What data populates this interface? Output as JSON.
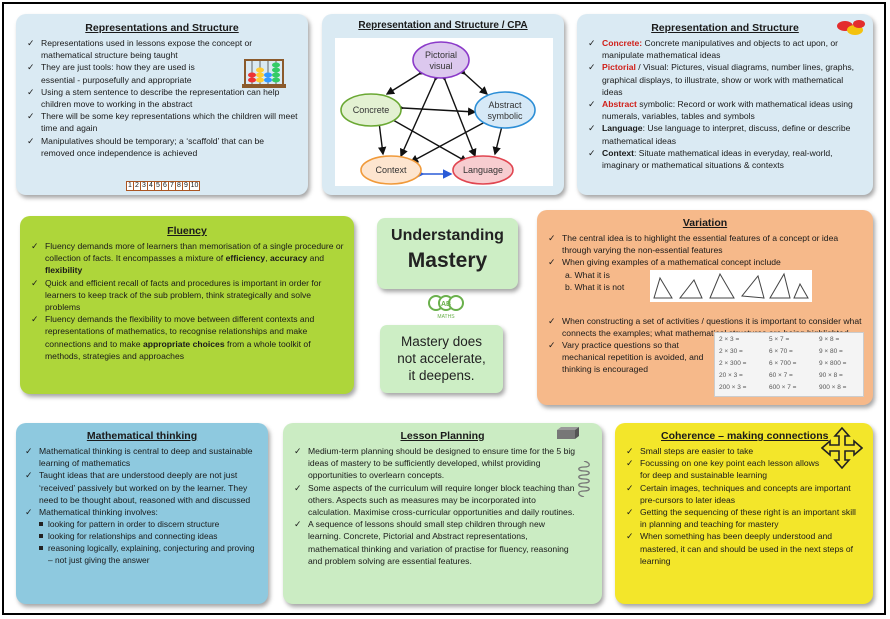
{
  "main": {
    "title_line1": "Understanding",
    "title_line2": "Mastery",
    "logo_text_top": "AB",
    "logo_text_sub": "MATHS",
    "tagline_l1": "Mastery does",
    "tagline_l2": "not accelerate,",
    "tagline_l3": "it deepens."
  },
  "rep1": {
    "title": "Representations and Structure",
    "items": [
      "Representations used in lessons expose the concept or mathematical  structure being taught",
      "They are just tools: how they are used is essential - purposefully and appropriate",
      "Using a stem sentence to describe the representation can help children move to working in the abstract",
      "There will be some key representations which the children will meet time and again",
      "Manipulatives should be temporary; a ‘scaffold’ that can be removed once independence is achieved"
    ],
    "numbers": [
      "1",
      "2",
      "3",
      "4",
      "5",
      "6",
      "7",
      "8",
      "9",
      "10"
    ]
  },
  "cpa": {
    "title": "Representation and Structure / CPA",
    "nodes": {
      "pictorial_l1": "Pictorial",
      "pictorial_l2": "visual",
      "concrete": "Concrete",
      "abstract_l1": "Abstract",
      "abstract_l2": "symbolic",
      "context": "Context",
      "language": "Language"
    }
  },
  "rep2": {
    "title": "Representation and Structure",
    "concrete_label": "Concrete:",
    "concrete_text": " Concrete manipulatives and objects to act upon, or manipulate  mathematical  ideas",
    "pictorial_label": "Pictorial",
    "pictorial_text": " / Visual: Pictures, visual diagrams,  number lines, graphs, graphical displays, to illustrate, show or work with mathematical  ideas",
    "abstract_label": "Abstract",
    "abstract_text": " symbolic:  Record or work with mathematical ideas using numerals, variables, tables and symbols",
    "language_label": "Language",
    "language_text": ":  Use language to interpret, discuss, define or describe mathematical ideas",
    "context_label": "Context",
    "context_text": ": Situate mathematical ideas in everyday, real-world, imaginary or mathematical situations & contexts"
  },
  "fluency": {
    "title": "Fluency",
    "i1_a": "Fluency demands more of learners than memorisation  of a single procedure or collection of facts. It encompasses a mixture of ",
    "i1_b1": "efficiency",
    "i1_c": ", ",
    "i1_b2": "accuracy",
    "i1_d": "  and ",
    "i1_b3": "flexibility",
    "i2": "Quick and efficient recall of facts and procedures is important  in order for learners to keep track of the sub problem, think strategically and solve problems",
    "i3_a": "Fluency demands the flexibility to move between different contexts and representations of mathematics,  to recognise relationships and make connections and to make ",
    "i3_b": "appropriate choices",
    "i3_c": " from a whole toolkit of methods, strategies and approaches"
  },
  "variation": {
    "title": "Variation",
    "i1": "The central idea is to highlight the essential features of a concept or idea through varying the non-essential features",
    "i2": "When giving examples of a mathematical  concept include",
    "sub_a": "a.  What it is",
    "sub_b": "b.  What it is not",
    "i3": "When constructing a set of activities / questions it is important to consider what connects the examples; what mathematical structures are being highlighted",
    "i4": "Vary practice questions so that mechanical repetition is avoided, and thinking is encouraged",
    "table": [
      "2 × 3 =",
      "5 × 7 =",
      "9 × 8 =",
      "2 × 30 =",
      "6 × 70 =",
      "9 × 80 =",
      "2 × 300 =",
      "6 × 700 =",
      "9 × 800 =",
      "20 × 3 =",
      "60 × 7 =",
      "90 × 8 =",
      "200 × 3 =",
      "600 × 7 =",
      "900 × 8 ="
    ]
  },
  "math": {
    "title": "Mathematical thinking",
    "i1": "Mathematical  thinking is central to deep and sustainable learning of mathematics",
    "i2": "Taught ideas that are understood deeply are not just ‘received’ passively but worked on by the learner. They need to be thought about, reasoned with and discussed",
    "i3": "Mathematical  thinking involves:",
    "s1": "looking for pattern in order to discern structure",
    "s2": "looking for relationships and connecting ideas",
    "s3": "reasoning logically, explaining, conjecturing and proving – not just giving the answer"
  },
  "lesson": {
    "title": "Lesson Planning",
    "i1": "Medium-term planning should be designed to ensure time for the 5 big ideas of mastery to be sufficiently developed, whilst providing opportunities to overlearn concepts.",
    "i2": "Some aspects of the curriculum will require longer block teaching than others.   Aspects such as measures may be incorporated into calculation.  Maximise cross-curricular opportunities and daily routines.",
    "i3": "A sequence of lessons should small step children through new learning. Concrete, Pictorial and Abstract representations, mathematical  thinking and variation of practise for fluency, reasoning and problem solving are essential features."
  },
  "coherence": {
    "title": "Coherence – making connections",
    "i1": "Small steps are easier to take",
    "i2": "Focussing on one key point each lesson allows for deep and sustainable learning",
    "i3": "Certain images, techniques and concepts are important pre-cursors to later ideas",
    "i4": "Getting the sequencing of these right is an important skill in planning and teaching for mastery",
    "i5": "When something has been deeply understood and mastered, it can and should be used in the next steps of learning"
  },
  "colors": {
    "red_label": "#d0201a",
    "blue_panel": "#daeaf3",
    "green_panel": "#aed63a",
    "orange_panel": "#f6b98a",
    "teal_panel": "#8ec9df",
    "mint_panel": "#cbecc3",
    "yellow_panel": "#f3e62a"
  }
}
